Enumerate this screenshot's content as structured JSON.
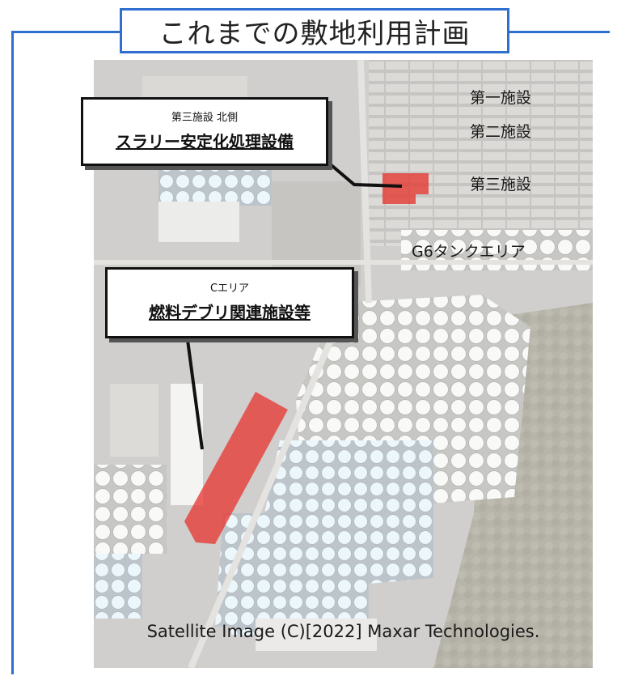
{
  "title": "これまでの敷地利用計画",
  "facility_labels": {
    "first": "第一施設",
    "second": "第二施設",
    "third": "第三施設",
    "g6": "G6タンクエリア"
  },
  "callout_north": {
    "sub": "第三施設 北側",
    "main": "スラリー安定化処理設備"
  },
  "callout_c": {
    "sub": "Cエリア",
    "main": "燃料デブリ関連施設等"
  },
  "credit": "Satellite Image (C)[2022] Maxar Technologies.",
  "colors": {
    "frame": "#2f6fd0",
    "highlight": "#e53935"
  }
}
